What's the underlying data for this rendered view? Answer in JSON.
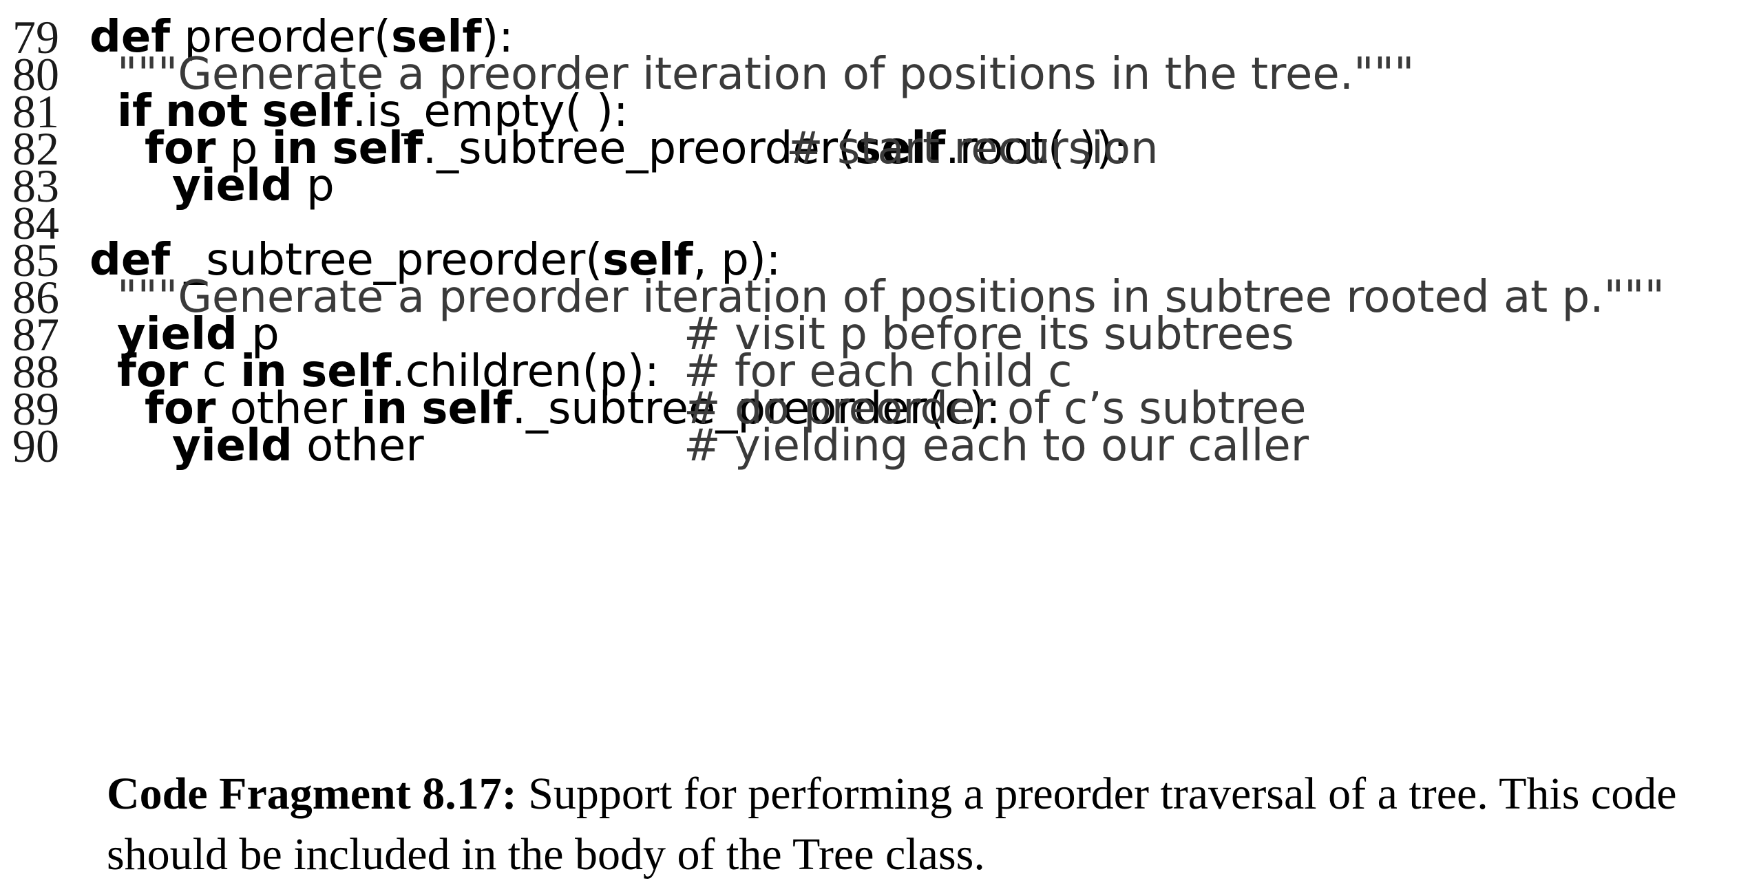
{
  "listing": {
    "lines": [
      {
        "number": "79",
        "parts": [
          {
            "t": "def",
            "k": true
          },
          {
            "t": " preorder(",
            "k": false
          },
          {
            "t": "self",
            "k": true
          },
          {
            "t": "):",
            "k": false
          }
        ],
        "comment": ""
      },
      {
        "number": "80",
        "parts": [
          {
            "t": "\"\"\"Generate a preorder iteration of positions in the tree.\"\"\"",
            "k": false,
            "d": true
          }
        ],
        "comment": ""
      },
      {
        "number": "81",
        "parts": [
          {
            "t": "if",
            "k": true
          },
          {
            "t": " ",
            "k": false
          },
          {
            "t": "not",
            "k": true
          },
          {
            "t": " ",
            "k": false
          },
          {
            "t": "self",
            "k": true
          },
          {
            "t": ".is_empty( ):",
            "k": false
          }
        ],
        "comment": ""
      },
      {
        "number": "82",
        "parts": [
          {
            "t": "for",
            "k": true
          },
          {
            "t": " p ",
            "k": false
          },
          {
            "t": "in",
            "k": true
          },
          {
            "t": " ",
            "k": false
          },
          {
            "t": "self",
            "k": true
          },
          {
            "t": "._subtree_preorder(",
            "k": false
          },
          {
            "t": "self",
            "k": true
          },
          {
            "t": ".root( )):",
            "k": false
          }
        ],
        "comment": "# start recursion"
      },
      {
        "number": "83",
        "parts": [
          {
            "t": "yield",
            "k": true
          },
          {
            "t": " p",
            "k": false
          }
        ],
        "comment": ""
      },
      {
        "number": "84",
        "parts": [],
        "comment": ""
      },
      {
        "number": "85",
        "parts": [
          {
            "t": "def",
            "k": true
          },
          {
            "t": " _subtree_preorder(",
            "k": false
          },
          {
            "t": "self",
            "k": true
          },
          {
            "t": ", p):",
            "k": false
          }
        ],
        "comment": ""
      },
      {
        "number": "86",
        "parts": [
          {
            "t": "\"\"\"Generate a preorder iteration of positions in subtree rooted at p.\"\"\"",
            "k": false,
            "d": true
          }
        ],
        "comment": ""
      },
      {
        "number": "87",
        "parts": [
          {
            "t": "yield",
            "k": true
          },
          {
            "t": " p",
            "k": false
          }
        ],
        "comment": "# visit p before its subtrees"
      },
      {
        "number": "88",
        "parts": [
          {
            "t": "for",
            "k": true
          },
          {
            "t": " c ",
            "k": false
          },
          {
            "t": "in",
            "k": true
          },
          {
            "t": " ",
            "k": false
          },
          {
            "t": "self",
            "k": true
          },
          {
            "t": ".children(p):",
            "k": false
          }
        ],
        "comment": "# for each child c"
      },
      {
        "number": "89",
        "parts": [
          {
            "t": "for",
            "k": true
          },
          {
            "t": " other ",
            "k": false
          },
          {
            "t": "in",
            "k": true
          },
          {
            "t": " ",
            "k": false
          },
          {
            "t": "self",
            "k": true
          },
          {
            "t": "._subtree_preorder(c):",
            "k": false
          }
        ],
        "comment": "# do preorder of c’s subtree"
      },
      {
        "number": "90",
        "parts": [
          {
            "t": "yield",
            "k": true
          },
          {
            "t": " other",
            "k": false
          }
        ],
        "comment": "# yielding each to our caller"
      }
    ]
  },
  "caption": {
    "label": "Code Fragment 8.17:",
    "text": "Support for performing a preorder traversal of a tree. This code should be included in the body of the Tree class."
  }
}
